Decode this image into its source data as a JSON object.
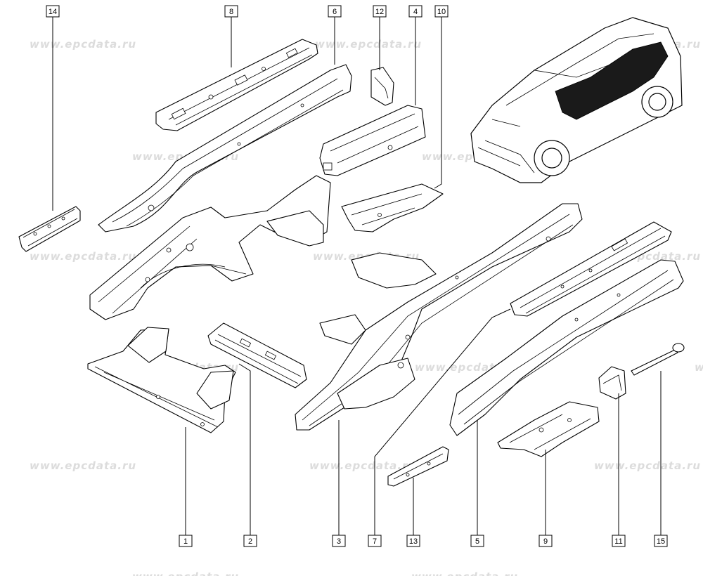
{
  "watermark": {
    "text": "www.epcdata.ru",
    "color": "#dcdcdc"
  },
  "callouts": [
    {
      "id": "14",
      "label": "14"
    },
    {
      "id": "8",
      "label": "8"
    },
    {
      "id": "6",
      "label": "6"
    },
    {
      "id": "12",
      "label": "12"
    },
    {
      "id": "4",
      "label": "4"
    },
    {
      "id": "10",
      "label": "10"
    },
    {
      "id": "1",
      "label": "1"
    },
    {
      "id": "2",
      "label": "2"
    },
    {
      "id": "3",
      "label": "3"
    },
    {
      "id": "7",
      "label": "7"
    },
    {
      "id": "13",
      "label": "13"
    },
    {
      "id": "5",
      "label": "5"
    },
    {
      "id": "9",
      "label": "9"
    },
    {
      "id": "11",
      "label": "11"
    },
    {
      "id": "15",
      "label": "15"
    }
  ]
}
